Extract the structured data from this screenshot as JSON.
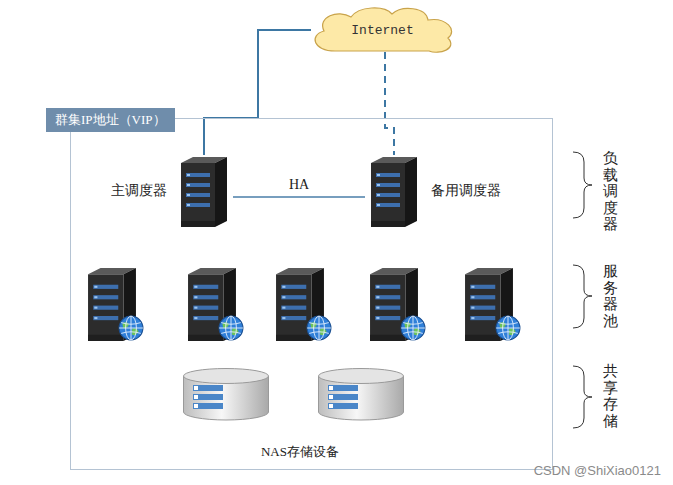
{
  "diagram": {
    "nodes": [
      {
        "text": [
          "Internet"
        ]
      },
      {
        "text": [
          "群集IP地址（VIP）"
        ]
      },
      {
        "text": [
          "主调度器"
        ],
        "in": 1
      },
      {
        "text": [
          "备用调度器"
        ],
        "in": 1
      }
    ],
    "edges": [
      {
        "from": 0,
        "to": 2,
        "arrow": "none"
      },
      {
        "from": 0,
        "to": 3,
        "arrow": "none"
      },
      {
        "from": 2,
        "to": 3,
        "label": "HA",
        "arrow": "none"
      }
    ],
    "labels": [
      "NAS存储设备",
      "负载调度器",
      "服务器池",
      "共享存储",
      "CSDN @ShiXiao0121"
    ]
  }
}
